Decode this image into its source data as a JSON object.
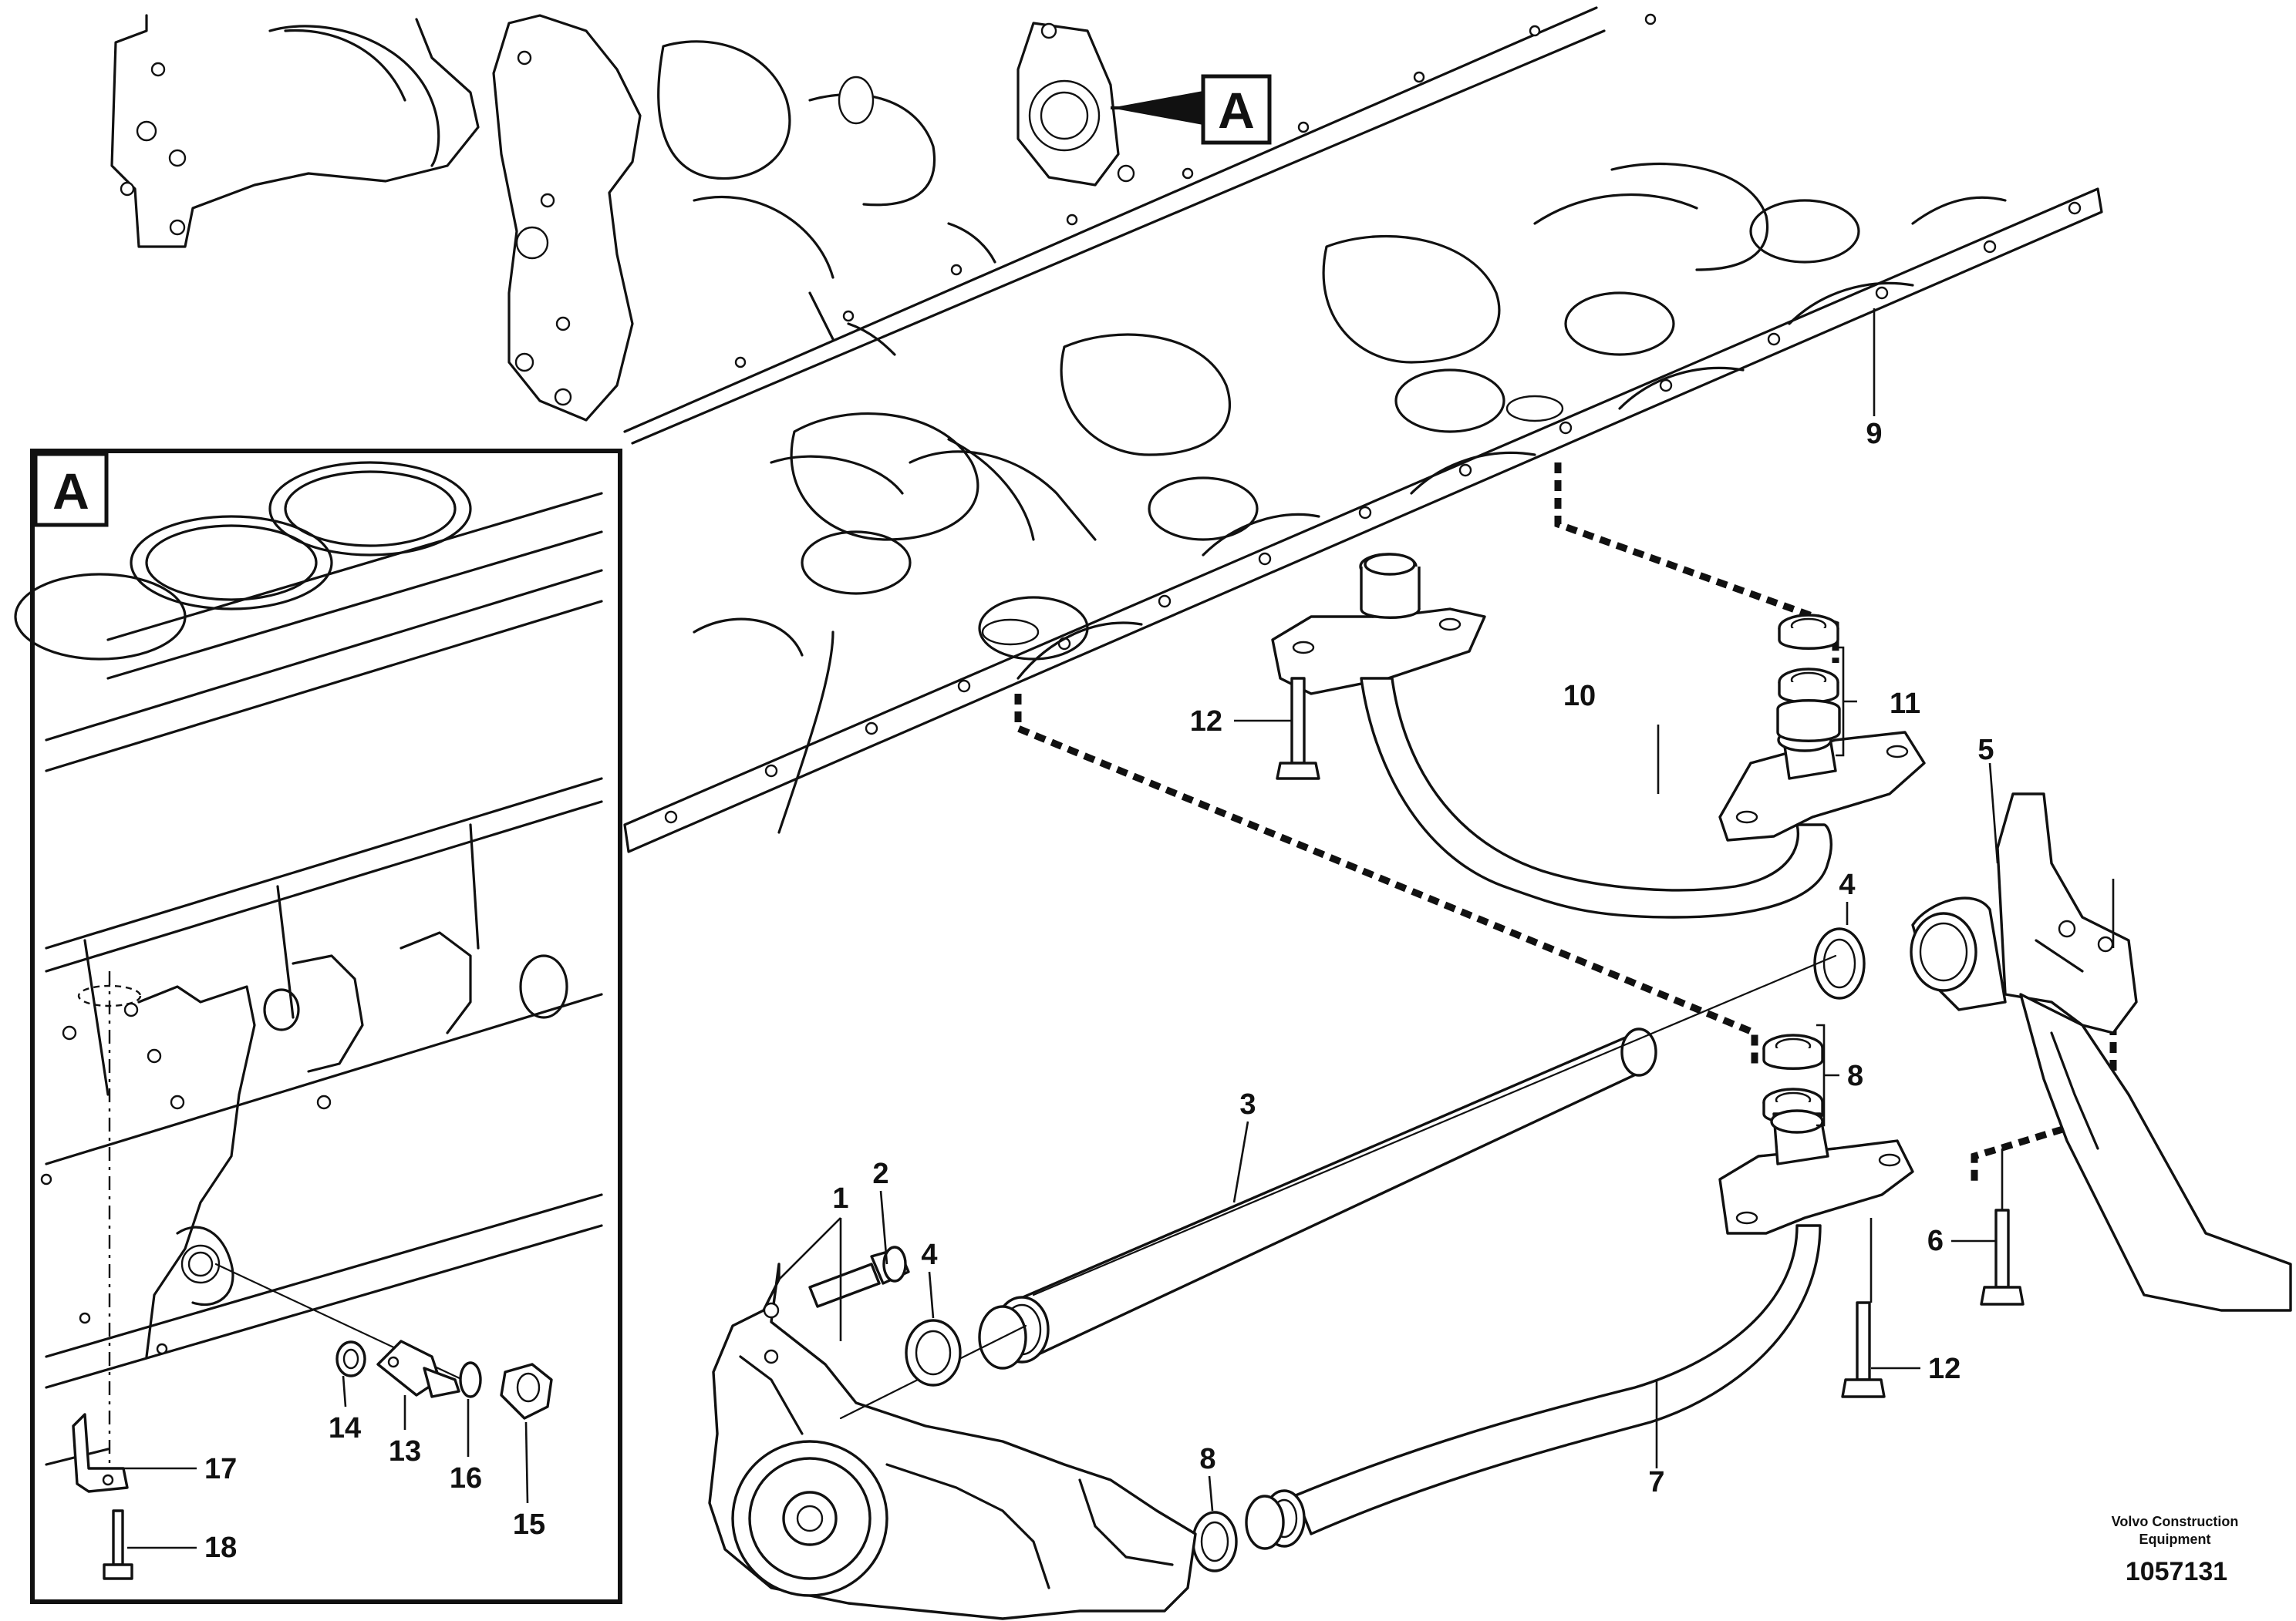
{
  "diagram": {
    "callouts": {
      "c1": "1",
      "c2": "2",
      "c3": "3",
      "c4a": "4",
      "c4b": "4",
      "c5": "5",
      "c6": "6",
      "c7": "7",
      "c8a": "8",
      "c8b": "8",
      "c9": "9",
      "c10": "10",
      "c11": "11",
      "c12a": "12",
      "c12b": "12",
      "c13": "13",
      "c14": "14",
      "c15": "15",
      "c16": "16",
      "c17": "17",
      "c18": "18"
    },
    "view_marker": "A",
    "inset_label": "A",
    "brand_line1": "Volvo Construction",
    "brand_line2": "Equipment",
    "doc_number": "1057131"
  }
}
